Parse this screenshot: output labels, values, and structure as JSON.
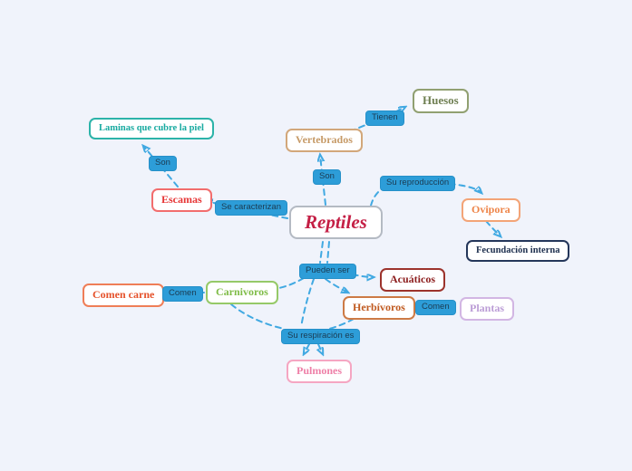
{
  "app": {
    "title": "Reptiles concept map",
    "background_color": "#f0f3fb"
  },
  "colors": {
    "connector_blue": "#41a9e2",
    "label_background": "#2d9dd8",
    "label_text": "#1b3b52",
    "node_reptiles": "#c41f45",
    "node_laminas": "#17aaa0",
    "node_escamas": "#e63535",
    "node_vertebrados": "#c69a67",
    "node_huesos": "#6f7f52",
    "node_ovipora": "#ee8549",
    "node_fecundacion": "#1d2f4e",
    "node_acuaticos": "#8c1d1d",
    "node_carnivoros": "#7fbc47",
    "node_comen_carne": "#e5512a",
    "node_herbivoros": "#c05a20",
    "node_plantas": "#bb9cd6",
    "node_pulmones": "#ee7fa7"
  },
  "nodes": {
    "reptiles": "Reptiles",
    "laminas": "Laminas que cubre la piel",
    "escamas": "Escamas",
    "vertebrados": "Vertebrados",
    "huesos": "Huesos",
    "ovipora": "Ovipora",
    "fecundacion": "Fecundación interna",
    "acuaticos": "Acuáticos",
    "carnivoros": "Carnivoros",
    "comen_carne": "Comen carne",
    "herbivoros": "Herbívoros",
    "plantas": "Plantas",
    "pulmones": "Pulmones"
  },
  "link_labels": {
    "son_left": "Son",
    "se_caracterizan": "Se caracterizan",
    "son_center": "Son",
    "tienen": "Tienen",
    "su_reproduccion": "Su reproducción",
    "pueden_ser": "Pueden ser",
    "comen_left": "Comen",
    "comen_right": "Comen",
    "su_respiracion": "Su respiración es"
  }
}
